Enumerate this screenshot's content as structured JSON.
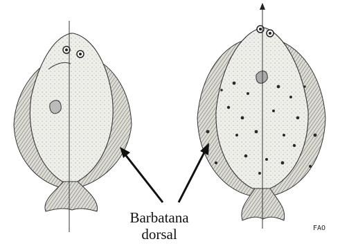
{
  "caption": {
    "line1": "Barbatana",
    "line2": "dorsal"
  },
  "source_credit": "FAO",
  "colors": {
    "ink": "#1a1a1a",
    "body_fill": "#eeeeea",
    "fin_fill": "#d2d2cc",
    "spot": "#2a2a2a"
  },
  "figures": [
    {
      "id": "flounder-left",
      "spotted": false
    },
    {
      "id": "flounder-right",
      "spotted": true
    }
  ]
}
